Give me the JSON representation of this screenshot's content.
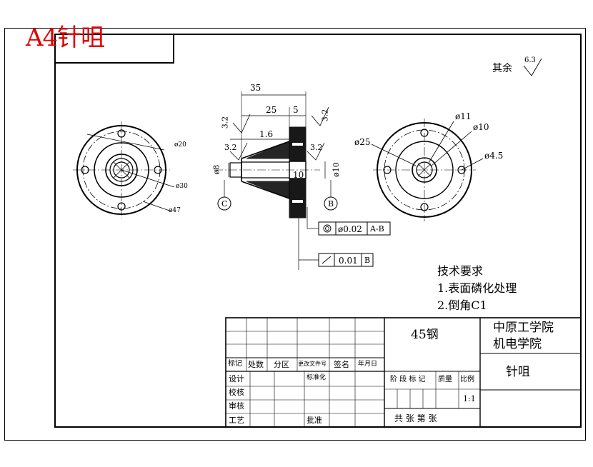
{
  "sheet_label": "A4针咀",
  "roughness": {
    "prefix": "其余",
    "value": "6.3"
  },
  "dimensions": {
    "overall_length": "35",
    "cone_length": "25",
    "flange_width": "5",
    "step": "1.6",
    "bore_depth": "10",
    "left_dia": "ø8",
    "right_dia": "ø10",
    "rough_a": "3.2",
    "rough_b": "3.2",
    "rough_c": "3.2",
    "rough_d": "3.2"
  },
  "datums": {
    "c": "C",
    "b": "B"
  },
  "tolerances": {
    "coaxiality": {
      "value": "ø0.02",
      "datum": "A-B"
    },
    "runout": {
      "value": "0.01",
      "datum": "B"
    }
  },
  "left_view": {
    "d1": "ø20",
    "d2": "ø30",
    "d3": "ø47"
  },
  "right_view": {
    "d1": "ø25",
    "d2": "ø11",
    "d3": "ø10",
    "d4": "ø4.5"
  },
  "tech_requirements": {
    "title": "技术要求",
    "items": [
      "1.表面磷化处理",
      "2.倒角C1"
    ]
  },
  "title_block": {
    "material": "45钢",
    "school_line1": "中原工学院",
    "school_line2": "机电学院",
    "part_name": "针咀",
    "scale": "1:1",
    "head_cols": [
      "标记",
      "处数",
      "分区",
      "更改文件号",
      "签名",
      "年月日"
    ],
    "row_design": "设计",
    "row_standard": "标准化",
    "row_check": "校核",
    "row_review": "审核",
    "row_process": "工艺",
    "row_approve": "批准",
    "stage_cols": [
      "阶 段 标 记",
      "质量",
      "比例"
    ],
    "sheets_line": "共  张  第  张"
  }
}
